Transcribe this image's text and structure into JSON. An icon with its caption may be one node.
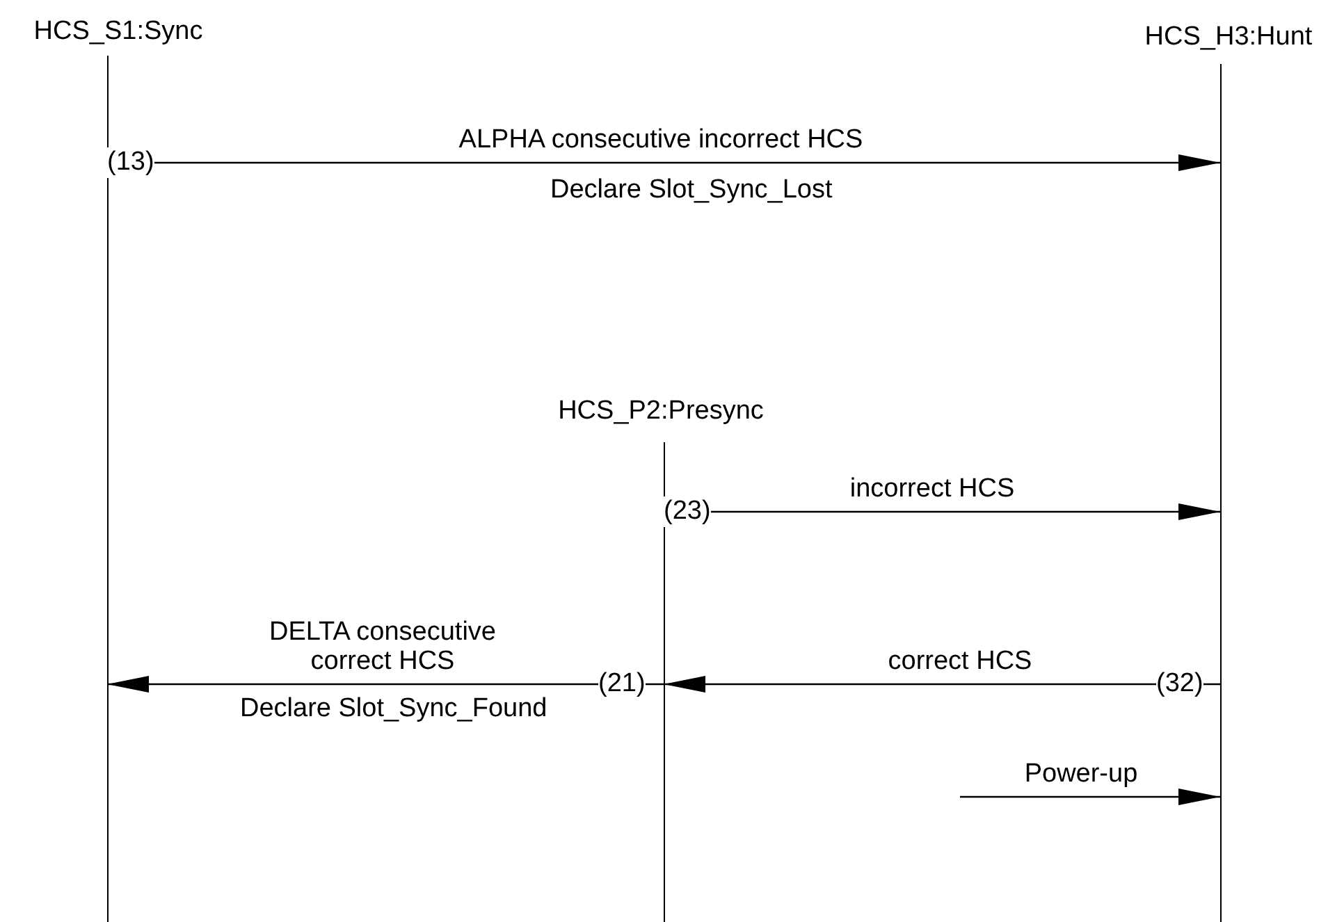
{
  "diagram": {
    "nodes": [
      {
        "text": [
          "HCS_S1:Sync"
        ]
      },
      {
        "text": [
          "HCS_H3:Hunt"
        ]
      },
      {
        "text": [
          "HCS_P2:Presync"
        ]
      }
    ],
    "edges": [
      {
        "from": 0,
        "to": 1,
        "arrow": "to",
        "label": "ALPHA consecutive incorrect HCS"
      },
      {
        "from": 2,
        "to": 1,
        "arrow": "to",
        "label": "incorrect HCS"
      },
      {
        "from": 1,
        "to": 2,
        "arrow": "to",
        "label": "correct HCS"
      },
      {
        "from": 2,
        "to": 0,
        "arrow": "to",
        "label": "DELTA consecutive correct HCS"
      },
      {
        "from": null,
        "to": 1,
        "arrow": "to",
        "label": "Power-up"
      }
    ],
    "labels": [
      "(13)",
      "Declare Slot_Sync_Lost",
      "(23)",
      "(21)",
      "Declare Slot_Sync_Found",
      "(32)"
    ]
  }
}
